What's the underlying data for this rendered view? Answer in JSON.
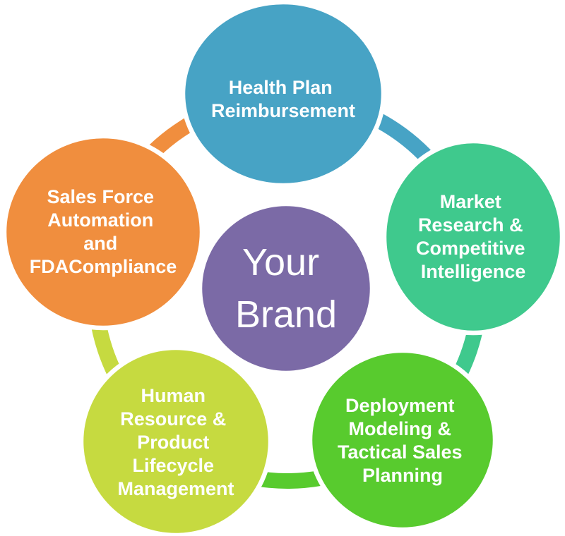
{
  "diagram": {
    "type": "cycle",
    "background_color": "#FFFFFF",
    "outline_color": "#FFFFFF",
    "text_color": "#FFFFFF",
    "center": {
      "id": "your-brand",
      "lines": [
        "Your",
        "Brand"
      ],
      "color": "#7B6AA6"
    },
    "nodes": [
      {
        "id": "health-plan-reimbursement",
        "lines": [
          "Health Plan",
          "Reimbursement"
        ],
        "color": "#47A3C5"
      },
      {
        "id": "market-research-competitive-intelligence",
        "lines": [
          "Market",
          "Research &",
          "Competitive",
          "Intelligence"
        ],
        "color": "#3FC98D"
      },
      {
        "id": "deployment-modeling-tactical-sales-planning",
        "lines": [
          "Deployment",
          "Modeling &",
          "Tactical Sales",
          "Planning"
        ],
        "color": "#58CB2E"
      },
      {
        "id": "human-resource-product-lifecycle-management",
        "lines": [
          "Human",
          "Resource &",
          "Product",
          "Lifecycle",
          "Management"
        ],
        "color": "#C6DA40"
      },
      {
        "id": "sales-force-automation-fda-compliance",
        "lines": [
          "Sales Force",
          "Automation",
          "and",
          "FDACompliance"
        ],
        "color": "#F08E3E"
      }
    ]
  }
}
